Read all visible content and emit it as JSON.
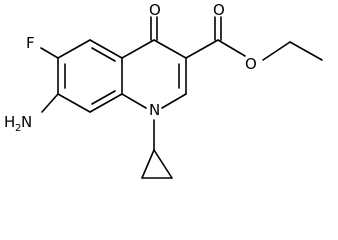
{
  "molecule": {
    "atom_labels": {
      "ketone_oxygen": "O",
      "carbonyl_oxygen": "O",
      "ester_oxygen": "O",
      "fluorine": "F",
      "ring_nitrogen": "N",
      "amino_main": "H",
      "amino_sub": "2",
      "amino_n": "N"
    }
  }
}
